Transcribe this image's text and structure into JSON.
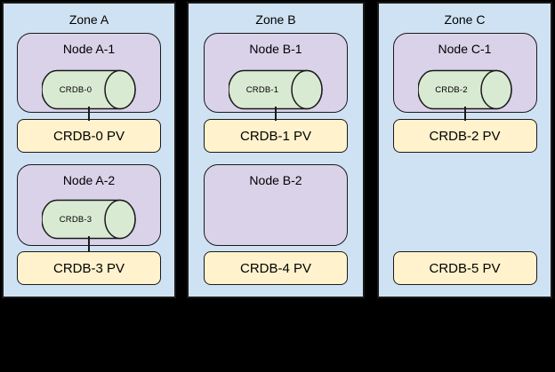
{
  "colors": {
    "background": "#000000",
    "zone_fill": "#cfe2f3",
    "node_fill": "#d9d2e9",
    "cylinder_fill": "#d9ead3",
    "pv_fill": "#fff2cc",
    "border": "#1a1a1a"
  },
  "zones": [
    {
      "label": "Zone A",
      "nodes": [
        {
          "label": "Node A-1",
          "cylinder": "CRDB-0",
          "pv": "CRDB-0 PV",
          "connected": true
        },
        {
          "label": "Node A-2",
          "cylinder": "CRDB-3",
          "pv": "CRDB-3 PV",
          "connected": true
        }
      ]
    },
    {
      "label": "Zone B",
      "nodes": [
        {
          "label": "Node B-1",
          "cylinder": "CRDB-1",
          "pv": "CRDB-1 PV",
          "connected": true
        },
        {
          "label": "Node B-2",
          "cylinder": null,
          "pv": "CRDB-4 PV",
          "connected": false
        }
      ]
    },
    {
      "label": "Zone C",
      "nodes": [
        {
          "label": "Node C-1",
          "cylinder": "CRDB-2",
          "pv": "CRDB-2 PV",
          "connected": true
        },
        {
          "label": null,
          "cylinder": null,
          "pv": "CRDB-5 PV",
          "connected": false
        }
      ]
    }
  ]
}
